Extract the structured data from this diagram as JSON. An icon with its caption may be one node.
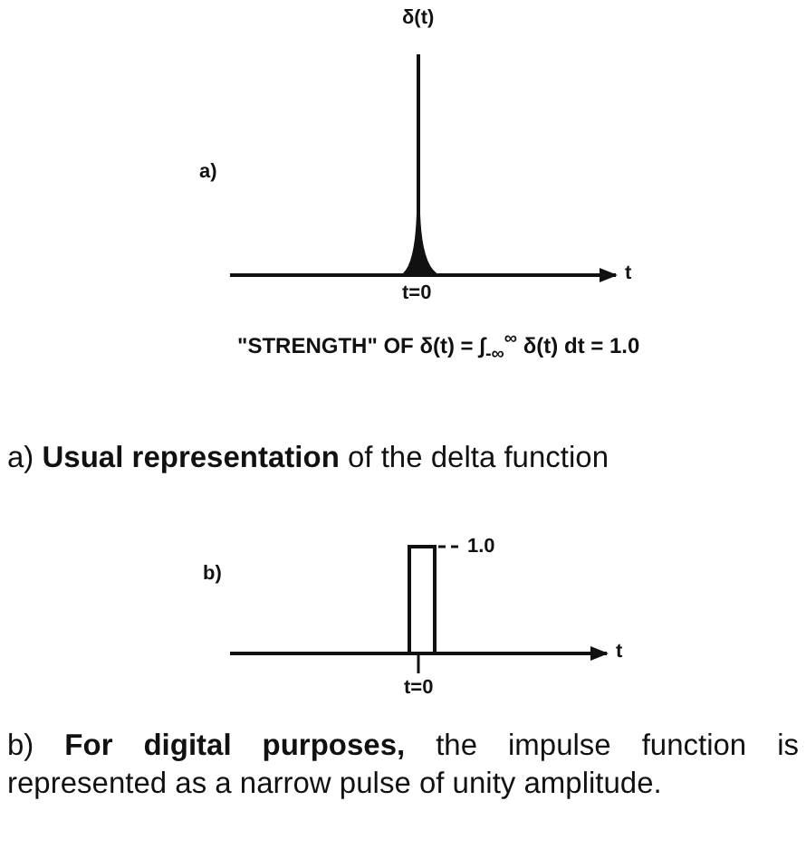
{
  "diagram": {
    "labels": [
      "δ(t)",
      "a)",
      "t",
      "t=0",
      "\"STRENGTH\" OF δ(t) = ∫$_{-∞}$$^{∞}$ δ(t) dt = 1.0",
      "a) **Usual representation** of the delta function",
      "b)",
      "1.0",
      "t",
      "t=0",
      "b) **For digital purposes,** the impulse function is represented as a narrow pulse of unity amplitude."
    ]
  }
}
